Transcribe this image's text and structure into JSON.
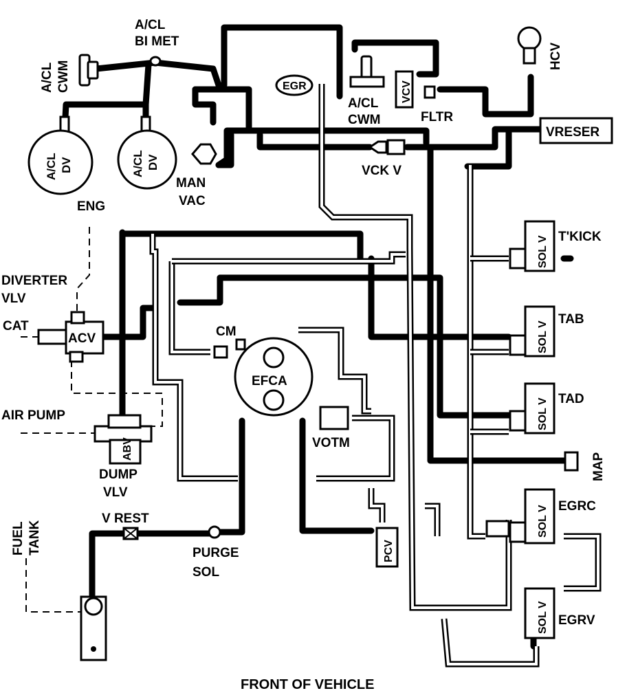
{
  "diagram": {
    "footer": "FRONT OF VEHICLE",
    "labels": {
      "acl_bimet_1": "A/CL",
      "acl_bimet_2": "BI MET",
      "acl_cwm_left_1": "A/CL",
      "acl_cwm_left_2": "CWM",
      "acl_dv_1_a": "A/CL",
      "acl_dv_1_b": "DV",
      "acl_dv_2_a": "A/CL",
      "acl_dv_2_b": "DV",
      "eng": "ENG",
      "man_vac_1": "MAN",
      "man_vac_2": "VAC",
      "egr": "EGR",
      "acl_cwm_right_1": "A/CL",
      "acl_cwm_right_2": "CWM",
      "vcv": "VCV",
      "fltr": "FLTR",
      "hcv": "HCV",
      "vreser": "VRESER",
      "vck_v": "VCK V",
      "diverter_1": "DIVERTER",
      "diverter_2": "VLV",
      "cat": "CAT",
      "acv": "ACV",
      "air_pump": "AIR PUMP",
      "abv": "ABV",
      "dump_1": "DUMP",
      "dump_2": "VLV",
      "cm": "CM",
      "efca": "EFCA",
      "votm": "VOTM",
      "tkick": "T'KICK",
      "tab": "TAB",
      "tad": "TAD",
      "map": "MAP",
      "egrc": "EGRC",
      "egrv": "EGRV",
      "sol_v": "SOL V",
      "pcv": "PCV",
      "fuel_tank_1": "FUEL",
      "fuel_tank_2": "TANK",
      "v_rest": "V  REST",
      "purge_1": "PURGE",
      "purge_2": "SOL"
    }
  }
}
